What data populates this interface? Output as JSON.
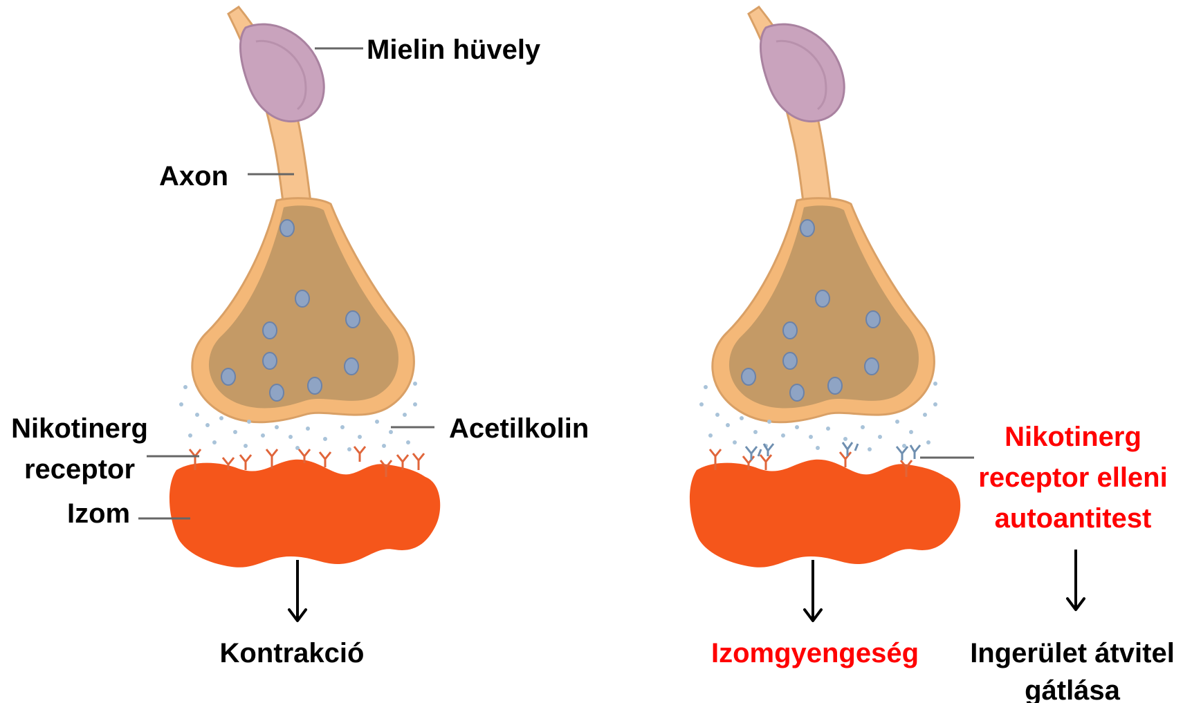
{
  "colors": {
    "axon_fill": "#f7c48f",
    "axon_stroke": "#d9a066",
    "terminal_outer": "#f4b878",
    "terminal_inner": "#c49a66",
    "vesicle": "#8fa4c4",
    "vesicle_core": "#6b82a8",
    "myelin": "#c9a3bd",
    "muscle": "#f5561b",
    "receptor": "#e0653a",
    "antibody": "#6f8fb0",
    "acetylcholine_dots": "#a9c3d9",
    "label_black": "#000000",
    "label_red": "#ff0000"
  },
  "left_panel": {
    "labels": {
      "myelin": "Mielin hüvely",
      "axon": "Axon",
      "acetylcholine": "Acetilkolin",
      "receptor_line1": "Nikotinerg",
      "receptor_line2": "receptor",
      "muscle": "Izom",
      "outcome": "Kontrakció"
    }
  },
  "right_panel": {
    "labels": {
      "antibody_line1": "Nikotinerg",
      "antibody_line2": "receptor elleni",
      "antibody_line3": "autoantitest",
      "outcome_muscle": "Izomgyengeség",
      "outcome_block_line1": "Ingerület átvitel",
      "outcome_block_line2": "gátlása"
    }
  }
}
